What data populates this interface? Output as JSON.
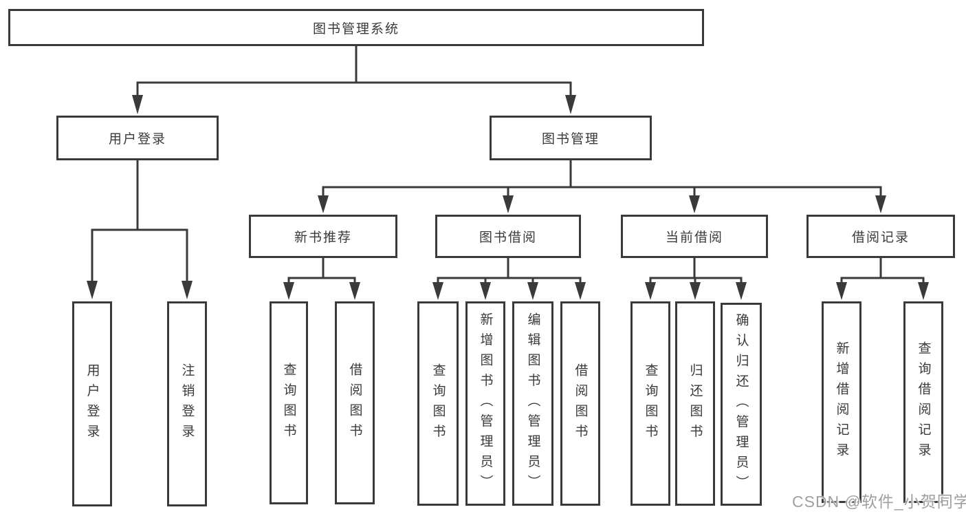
{
  "diagram": {
    "root": {
      "label": "图书管理系统"
    },
    "branches": [
      {
        "label": "用户登录",
        "children": [
          {
            "label": "用户登录"
          },
          {
            "label": "注销登录"
          }
        ]
      },
      {
        "label": "图书管理",
        "children": [
          {
            "label": "新书推荐",
            "children": [
              {
                "label": "查询图书"
              },
              {
                "label": "借阅图书"
              }
            ]
          },
          {
            "label": "图书借阅",
            "children": [
              {
                "label": "查询图书"
              },
              {
                "label": "新增图书（管理员）"
              },
              {
                "label": "编辑图书（管理员）"
              },
              {
                "label": "借阅图书"
              }
            ]
          },
          {
            "label": "当前借阅",
            "children": [
              {
                "label": "查询图书"
              },
              {
                "label": "归还图书"
              },
              {
                "label": "确认归还（管理员）"
              }
            ]
          },
          {
            "label": "借阅记录",
            "children": [
              {
                "label": "新增借阅记录"
              },
              {
                "label": "查询借阅记录"
              }
            ]
          }
        ]
      }
    ]
  },
  "watermark": {
    "text": "CSDN @软件_小贺同学"
  },
  "colors": {
    "line": "#3a3a3a",
    "text": "#3a3a3a",
    "background": "#ffffff",
    "watermark": "#9f9f9f"
  }
}
